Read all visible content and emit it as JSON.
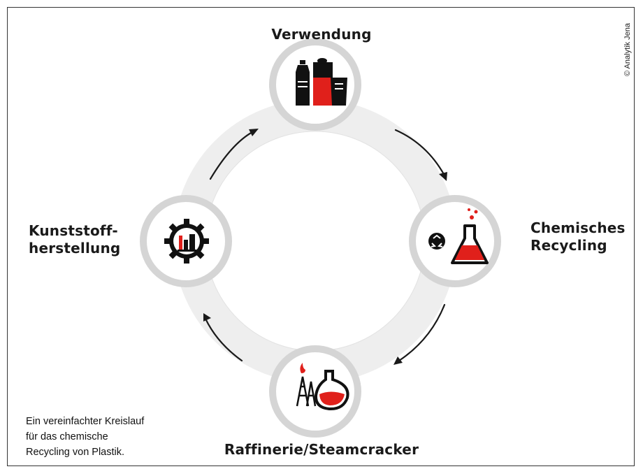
{
  "nodes": {
    "top": {
      "label": "Verwendung"
    },
    "right": {
      "line1": "Chemisches",
      "line2": "Recycling"
    },
    "bottom": {
      "label": "Raffinerie/Steamcracker"
    },
    "left": {
      "line1": "Kunststoff-",
      "line2": "herstellung"
    }
  },
  "caption": {
    "line1": "Ein vereinfachter Kreislauf",
    "line2": "für das chemische",
    "line3": "Recycling von Plastik."
  },
  "copyright": "© Analytik Jena",
  "colors": {
    "ring": "#eeeeee",
    "node_border": "#d5d5d5",
    "accent_red": "#e0201b",
    "icon_dark": "#111111",
    "text": "#1a1a1a"
  },
  "icons": {
    "top": "plastic-packaging-icon",
    "right": [
      "recycle-icon",
      "flask-icon"
    ],
    "bottom": [
      "oil-rig-icon",
      "round-flask-icon"
    ],
    "left": "factory-gear-icon"
  }
}
